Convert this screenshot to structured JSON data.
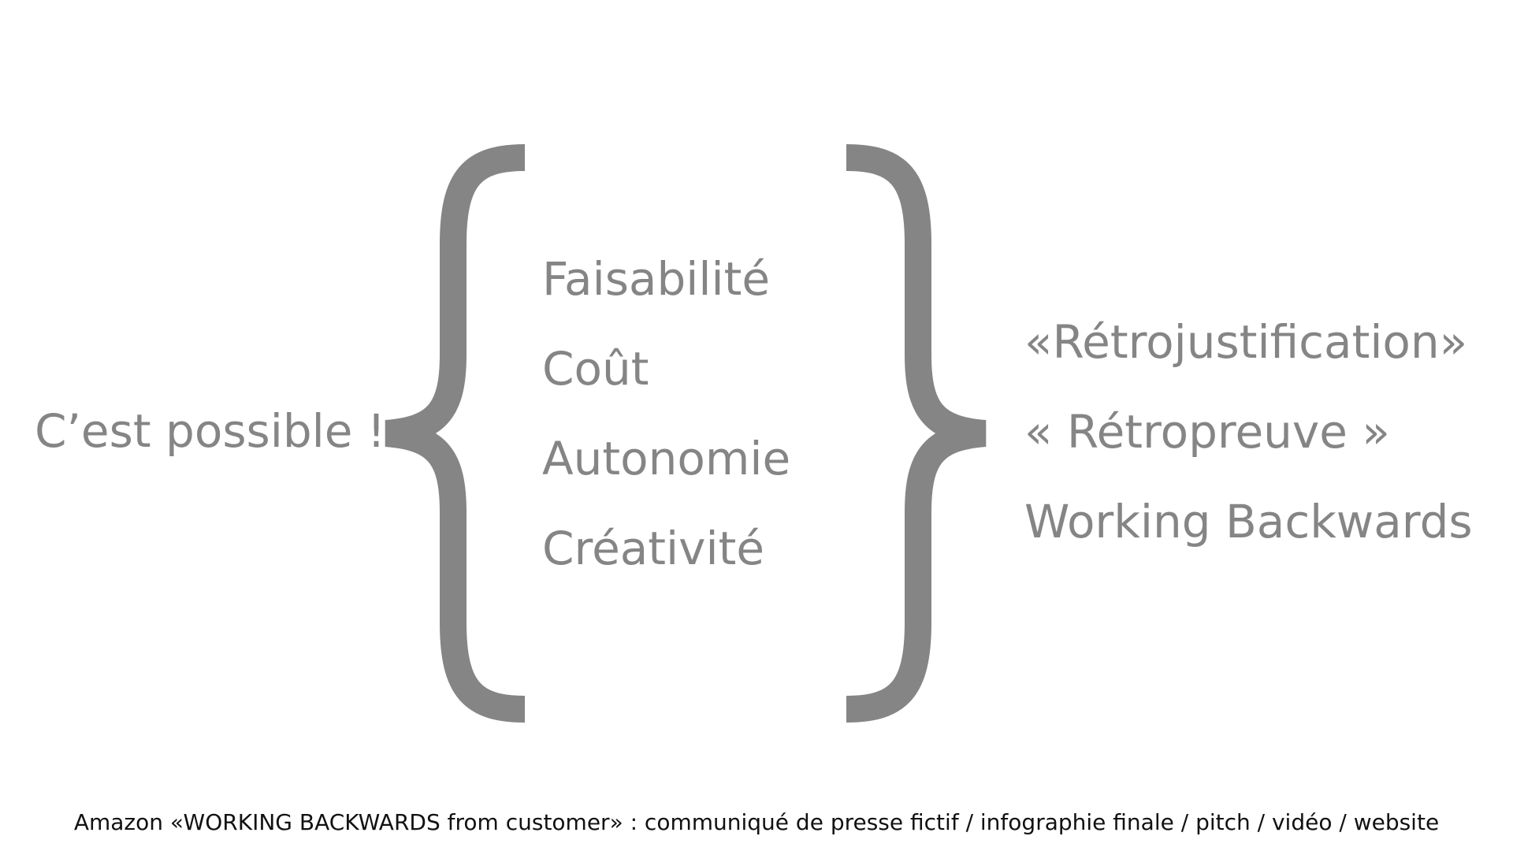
{
  "colors": {
    "background": "#ffffff",
    "text_gray": "#858585",
    "brace_gray": "#858585",
    "caption_text": "#111111"
  },
  "left": {
    "statement": "C’est possible !"
  },
  "middle": {
    "items": [
      "Faisabilité",
      "Coût",
      "Autonomie",
      "Créativité"
    ]
  },
  "right": {
    "items": [
      "«Rétrojustification»",
      "« Rétropreuve »",
      "Working Backwards"
    ]
  },
  "caption": "Amazon «WORKING BACKWARDS from customer» : communiqué de presse fictif / infographie finale / pitch / vidéo / website"
}
